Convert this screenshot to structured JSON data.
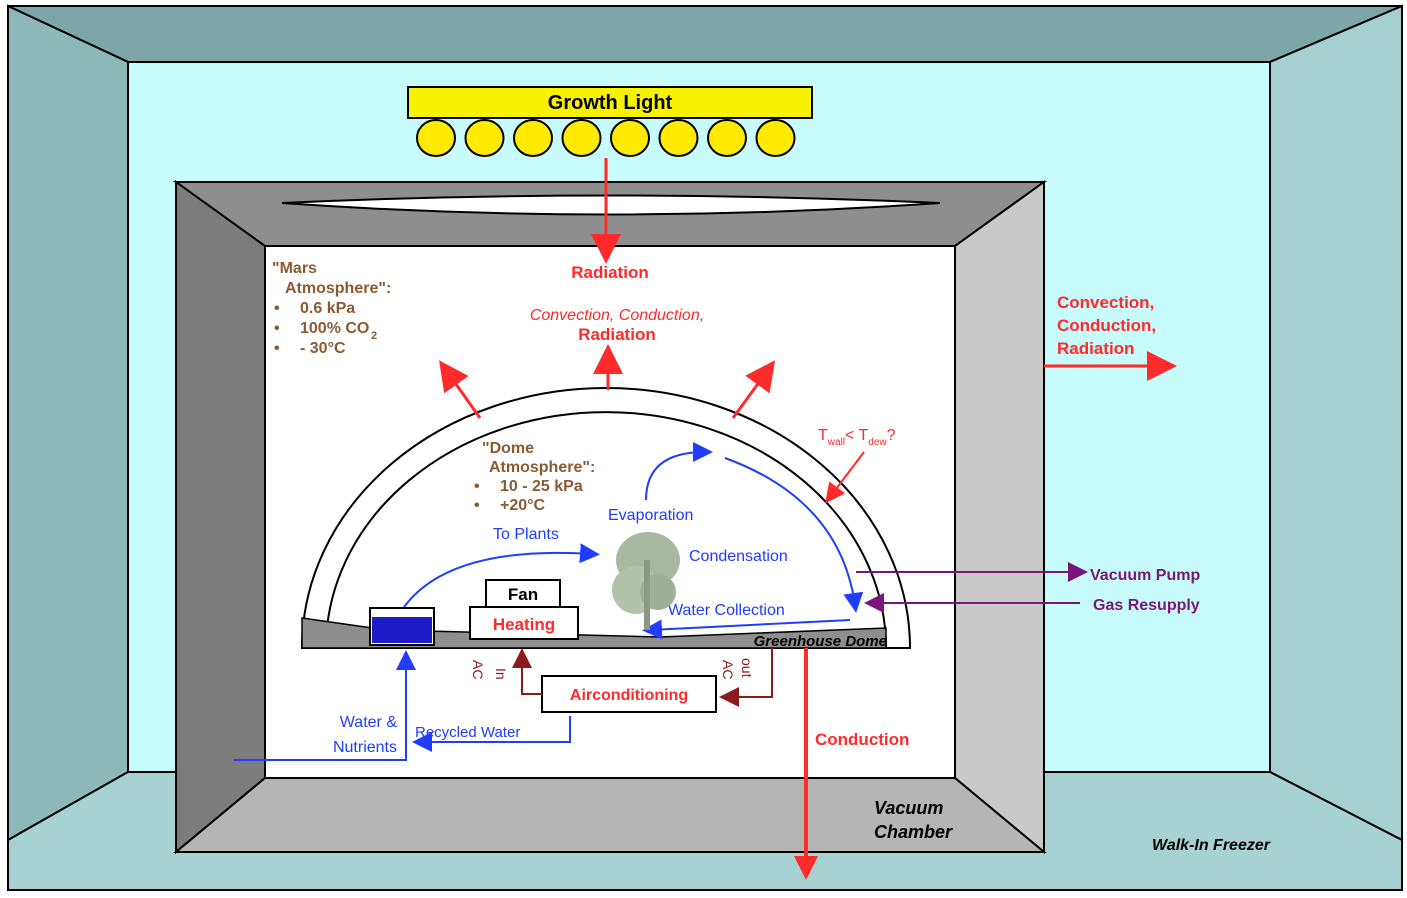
{
  "colors": {
    "radiation_red": "#ff2a2a",
    "dark_red": "#8b1a1a",
    "water_blue": "#1f3cff",
    "gas_purple": "#7a157a",
    "mars_brown": "#8a5a32",
    "freezer_back": "#c8fbfb",
    "freezer_walls": "#9ecaca",
    "light_yellow": "#f7f200",
    "lamp_yellow": "#ffea00"
  },
  "growth_light": {
    "label": "Growth Light",
    "lamp_count": 8
  },
  "labels": {
    "radiation": "Radiation",
    "dome_heat_line1": "Convection, Conduction,",
    "dome_heat_line2": "Radiation",
    "outer_heat_line1": "Convection,",
    "outer_heat_line2": "Conduction,",
    "outer_heat_line3": "Radiation",
    "conduction": "Conduction",
    "vacuum_pump": "Vacuum Pump",
    "gas_resupply": "Gas Resupply",
    "evaporation": "Evaporation",
    "condensation": "Condensation",
    "to_plants": "To Plants",
    "water_collection": "Water Collection",
    "greenhouse_dome": "Greenhouse Dome",
    "fan": "Fan",
    "heating": "Heating",
    "airconditioning": "Airconditioning",
    "ac_in_1": "AC",
    "ac_in_2": "In",
    "ac_out_1": "AC",
    "ac_out_2": "out",
    "recycled_water": "Recycled Water",
    "water_nutrients_1": "Water &",
    "water_nutrients_2": "Nutrients",
    "vacuum_chamber_1": "Vacuum",
    "vacuum_chamber_2": "Chamber",
    "walk_in_freezer": "Walk-In Freezer",
    "twall_t": "T",
    "twall_sub": "wall",
    "twall_lt": "< T",
    "tdew_sub": "dew",
    "twall_q": "?"
  },
  "mars_atmosphere": {
    "title_1": "\"Mars",
    "title_2": "Atmosphere\":",
    "items": [
      "0.6 kPa",
      "100% CO",
      "- 30°C"
    ],
    "co2_sub": "2"
  },
  "dome_atmosphere": {
    "title_1": "\"Dome",
    "title_2": "Atmosphere\":",
    "items": [
      "10 - 25 kPa",
      "+20°C"
    ]
  }
}
